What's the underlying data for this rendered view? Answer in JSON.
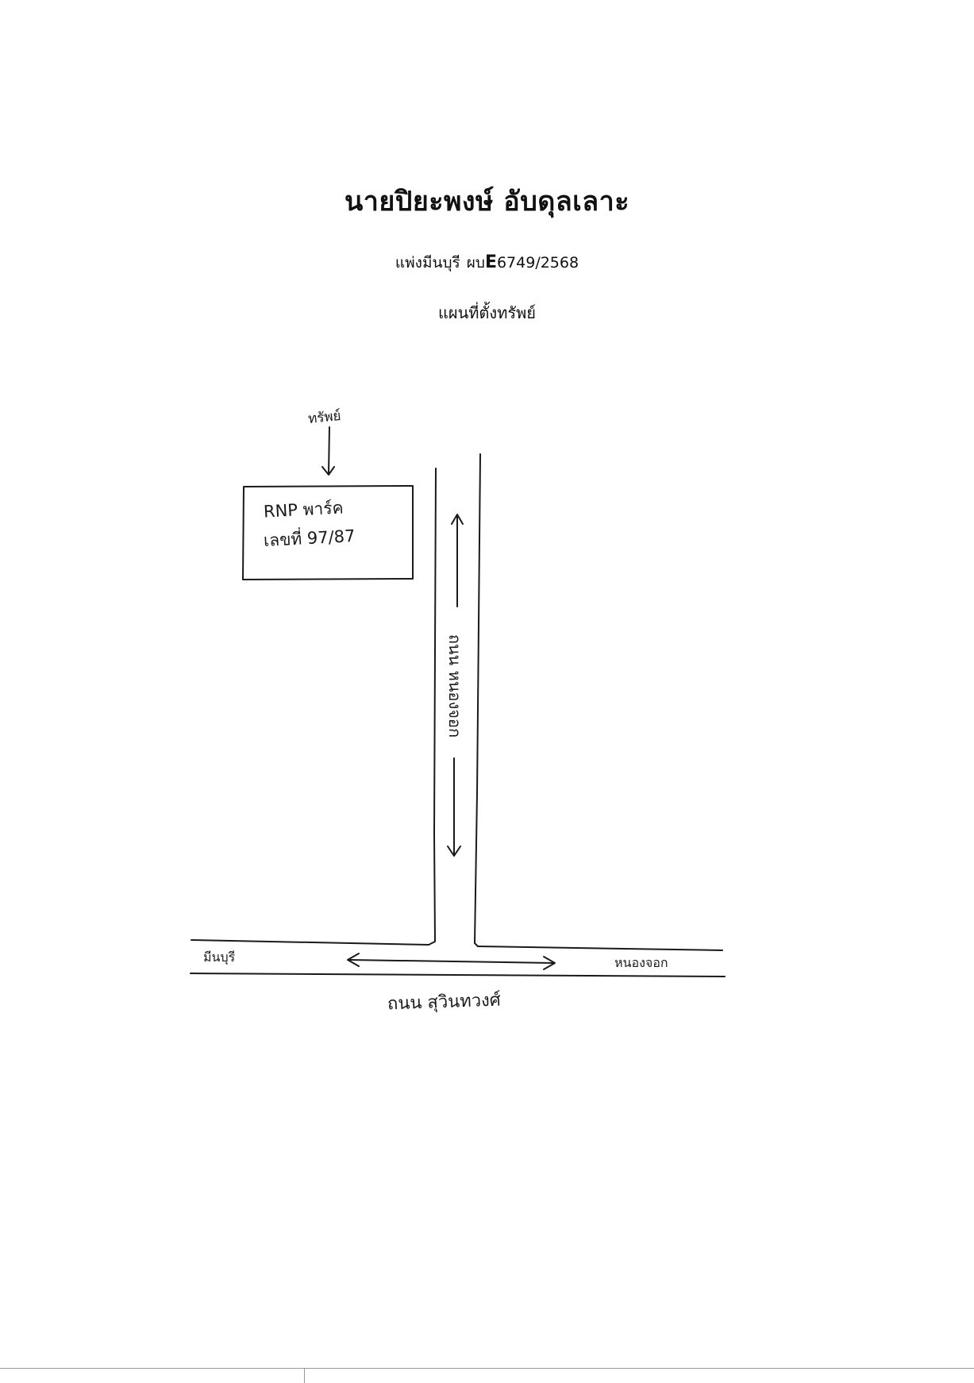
{
  "header": {
    "title": "นายปิยะพงษ์ อับดุลเลาะ",
    "case_prefix": "แพ่งมีนบุรี",
    "case_code_thai": "ผบ",
    "case_code_letter": "E",
    "case_number": "6749/2568",
    "subtitle": "แผนที่ตั้งทรัพย์"
  },
  "map": {
    "property_label": "ทรัพย์",
    "building_line1": "RNP พาร์ค",
    "building_line2": "เลขที่ 97/87",
    "side_road_label": "ถนน หนองจอก",
    "main_road_label": "ถนน สุวินทวงศ์",
    "left_direction": "มีนบุรี",
    "right_direction": "หนองจอก"
  }
}
